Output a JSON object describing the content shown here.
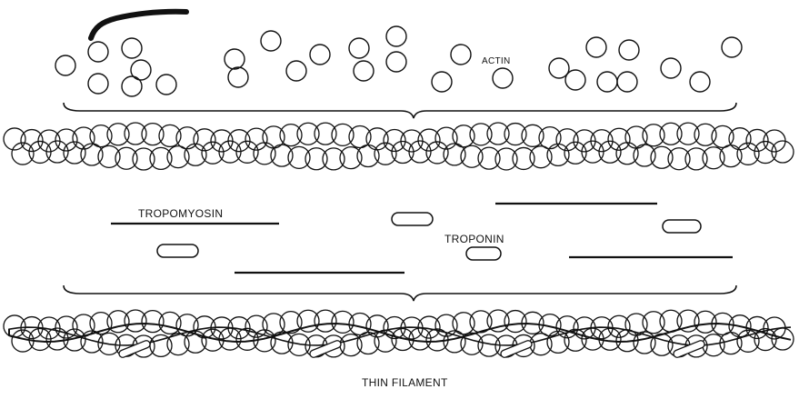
{
  "labels": {
    "actin": "ACTIN",
    "tropomyosin": "TROPOMYOSIN",
    "troponin": "TROPONIN",
    "thin_filament": "THIN FILAMENT"
  },
  "colors": {
    "ink": "#111111",
    "background": "#ffffff"
  }
}
